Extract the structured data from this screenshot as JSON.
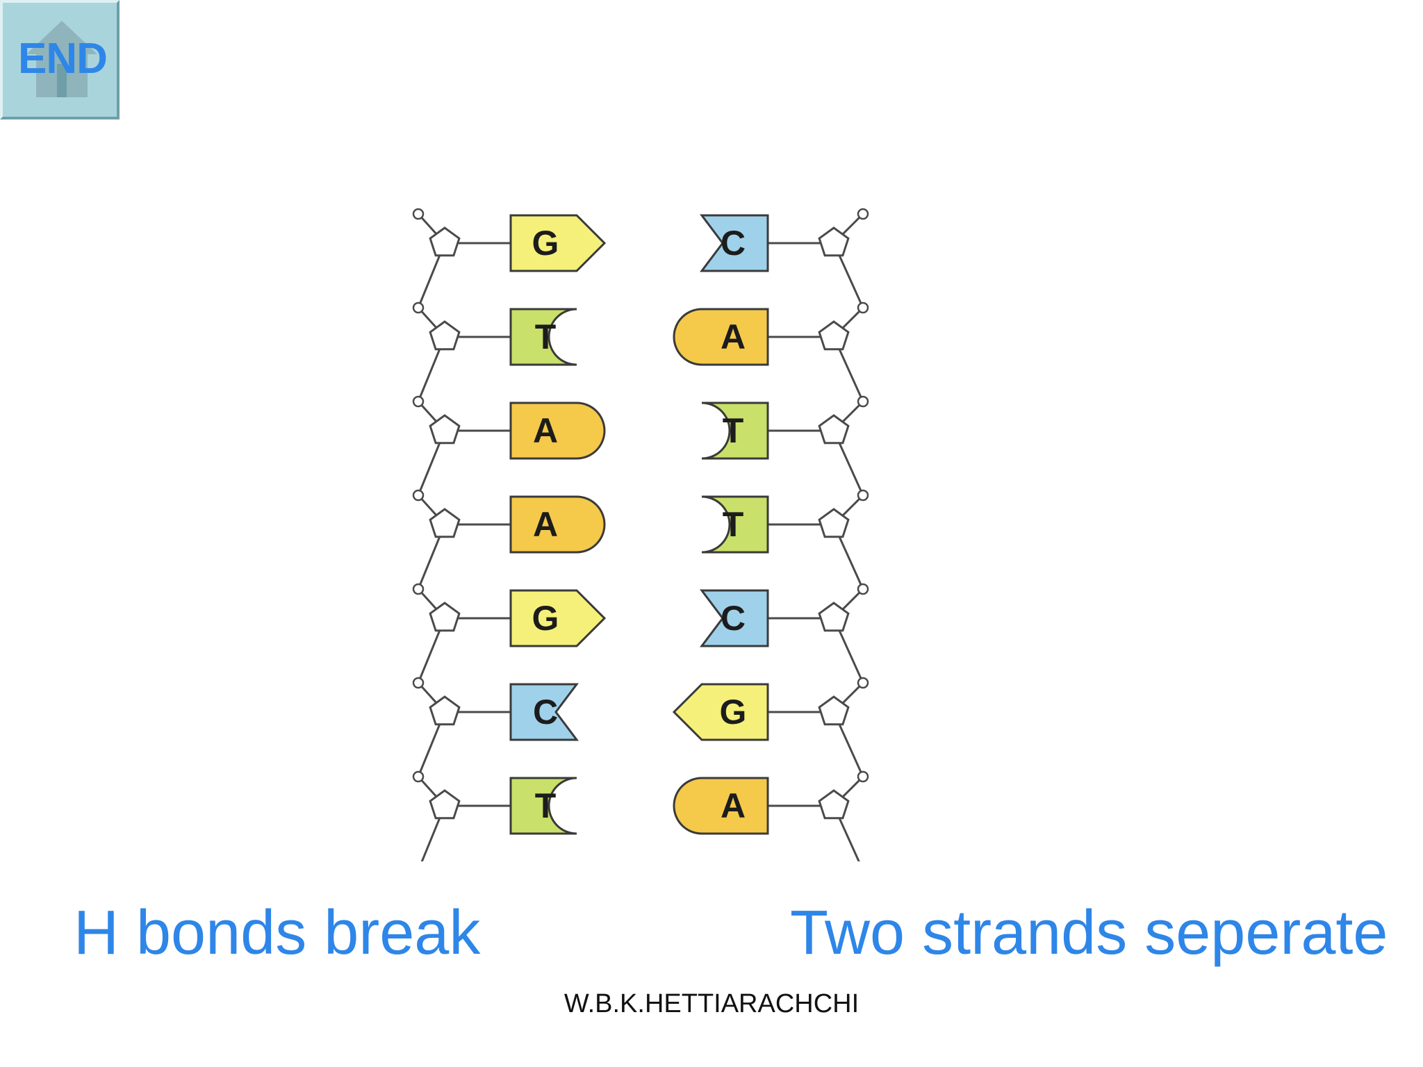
{
  "nav": {
    "end_label": "END"
  },
  "diagram": {
    "left_strand": [
      "G",
      "T",
      "A",
      "A",
      "G",
      "C",
      "T"
    ],
    "right_strand": [
      "C",
      "A",
      "T",
      "T",
      "C",
      "G",
      "A"
    ]
  },
  "captions": {
    "left": "H bonds break",
    "right": "Two strands seperate"
  },
  "footer": {
    "author": "W.B.K.HETTIARACHCHI"
  },
  "colors": {
    "caption": "#2e86e8",
    "G": "#f5f07a",
    "C": "#9fd1ea",
    "A": "#f5c94a",
    "T": "#c9e06a",
    "end_button": "#a9d4dc"
  }
}
